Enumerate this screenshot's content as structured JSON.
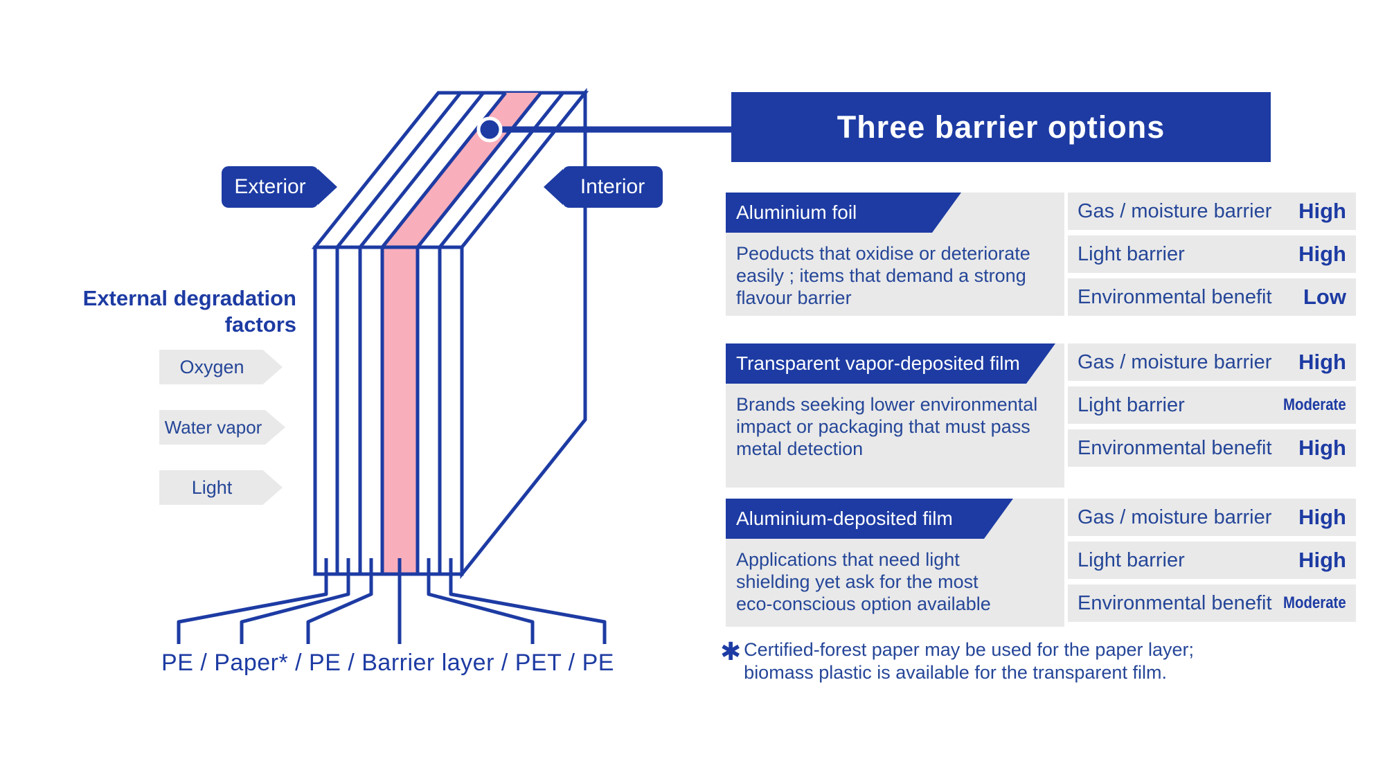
{
  "diagram": {
    "exterior_label": "Exterior",
    "interior_label": "Interior",
    "degradation_title_line1": "External degradation",
    "degradation_title_line2": "factors",
    "factors": [
      "Oxygen",
      "Water vapor",
      "Light"
    ],
    "layer_caption": "PE / Paper* / PE / Barrier layer / PET / PE",
    "colors": {
      "accent_blue": "#1d3ba3",
      "text_navy": "#254698",
      "barrier_pink": "#f9aebb",
      "tag_gray": "#e9e9e9"
    }
  },
  "panel": {
    "title": "Three barrier options",
    "options": [
      {
        "name": "Aluminium foil",
        "desc_lines": [
          "Peoducts that oxidise or deteriorate",
          "easily ; items that demand a strong",
          "flavour barrier"
        ],
        "ratings": [
          {
            "label": "Gas / moisture barrier",
            "value": "High"
          },
          {
            "label": "Light barrier",
            "value": "High"
          },
          {
            "label": "Environmental benefit",
            "value": "Low"
          }
        ]
      },
      {
        "name": "Transparent vapor-deposited film",
        "desc_lines": [
          "Brands seeking lower environmental",
          "impact or packaging that must pass",
          "metal detection"
        ],
        "ratings": [
          {
            "label": "Gas / moisture barrier",
            "value": "High"
          },
          {
            "label": "Light barrier",
            "value": "Moderate"
          },
          {
            "label": "Environmental benefit",
            "value": "High"
          }
        ]
      },
      {
        "name": "Aluminium-deposited film",
        "desc_lines": [
          "Applications that need light",
          "shielding yet ask for the most",
          "eco-conscious option available"
        ],
        "ratings": [
          {
            "label": "Gas / moisture barrier",
            "value": "High"
          },
          {
            "label": "Light barrier",
            "value": "High"
          },
          {
            "label": "Environmental benefit",
            "value": "Moderate"
          }
        ]
      }
    ],
    "footnote_mark": "✱",
    "footnote_line1": "Certified-forest paper may be used for the paper layer;",
    "footnote_line2": "biomass plastic is available for the transparent film."
  }
}
